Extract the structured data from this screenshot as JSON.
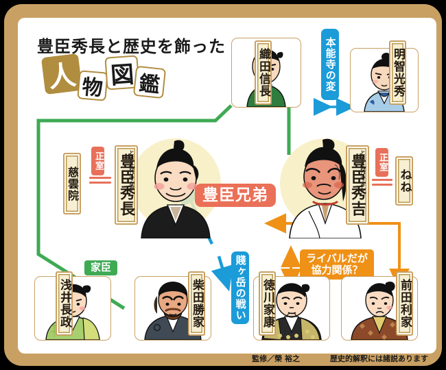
{
  "title": {
    "main": "豊臣秀長と歴史を飾った",
    "kanji": [
      "人",
      "物",
      "図",
      "鑑"
    ]
  },
  "colors": {
    "frame": "#c9a063",
    "green_line": "#3eaa54",
    "blue_arrow": "#1b9bd8",
    "orange_arrow": "#ef9117",
    "red_tag": "#e8705a",
    "salmon_tag": "#ea7058",
    "plaque_bg": "#f7efd2",
    "plaque_border": "#c9a063"
  },
  "figures": {
    "nobunaga": {
      "name": "織田信長"
    },
    "mitsuhide": {
      "name": "明智光秀"
    },
    "hidenaga": {
      "name": "豊臣秀長",
      "ruby": "とよとみひでなが"
    },
    "hideyoshi": {
      "name": "豊臣秀吉",
      "ruby": "とよとみひでよし"
    },
    "jiunin": {
      "name": "慈雲院"
    },
    "nene": {
      "name": "ねね"
    },
    "nagamasa": {
      "name": "浅井長政"
    },
    "katsuie": {
      "name": "柴田勝家"
    },
    "ieyasu": {
      "name": "徳川家康"
    },
    "toshiie": {
      "name": "前田利家"
    }
  },
  "relations": {
    "honnoji": "本能寺の変",
    "seishitsu_left": "正室",
    "seishitsu_right": "正室",
    "brothers": "豊臣兄弟",
    "kashin": "家臣",
    "shizugatake": "賤ヶ岳の戦い",
    "rival": "ライバルだが\n協力関係？",
    "rival_line1": "ライバルだが",
    "rival_line2": "協力関係？"
  },
  "footer": {
    "supervisor": "監修／榮 裕之",
    "disclaimer": "歴史的解釈には諸説あります"
  }
}
